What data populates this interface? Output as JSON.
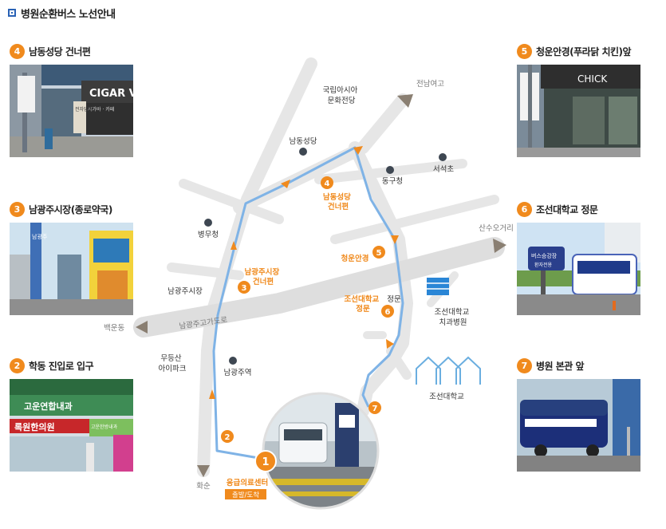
{
  "title": "병원순환버스 노선안내",
  "stops_panel": [
    {
      "num": "4",
      "name": "남동성당 건너편"
    },
    {
      "num": "3",
      "name": "남광주시장(종로약국)"
    },
    {
      "num": "2",
      "name": "학동 진입로 입구"
    },
    {
      "num": "5",
      "name": "청운안경(푸라닭 치킨)앞"
    },
    {
      "num": "6",
      "name": "조선대학교 정문"
    },
    {
      "num": "7",
      "name": "병원 본관 앞"
    }
  ],
  "photo_text": {
    "cigar_sign": "CIGAR V",
    "cigar_sub": "시가바 · 카페",
    "shop_sign1": "전자담배",
    "pharmacy": "남광주",
    "academy": "고운연합내과",
    "clinic": "록원한의원",
    "clinic2": "고운한방내과",
    "chicken_sign": "CHICK",
    "bus_sign": "버스승강장",
    "bus_sign_sub": "환자전용"
  },
  "map": {
    "places": {
      "asia_culture": "국립아시아\n문화전당",
      "jeonnam_girls": "전남여고",
      "namdong_church": "남동성당",
      "donggu_office": "동구청",
      "seoseok_elem": "서석초",
      "byeongmu": "병무청",
      "sansu_ogeori": "산수오거리",
      "namgwangju_market": "남광주시장",
      "baegun": "백운동",
      "overpass_road": "남광주고가도로",
      "mudeungsan_ipark": "무등산\n아이파크",
      "namgwangju_station": "남광주역",
      "hwasun": "화순",
      "front_gate": "정문",
      "dental_hospital": "조선대학교\n치과병원",
      "chosun_univ": "조선대학교"
    },
    "stop_labels": {
      "s4": "남동성당\n건너편",
      "s3": "남광주시장\n건너편",
      "s5": "청운안경",
      "s6": "조선대학교\n정문",
      "s1": "응급의료센터",
      "s1_sub": "출발/도착"
    },
    "stop_numbers": [
      "1",
      "2",
      "3",
      "4",
      "5",
      "6",
      "7"
    ],
    "colors": {
      "route": "#7fb3e6",
      "stop": "#f08a1d",
      "road": "#e6e6e6",
      "arrow": "#8a7f72"
    }
  }
}
